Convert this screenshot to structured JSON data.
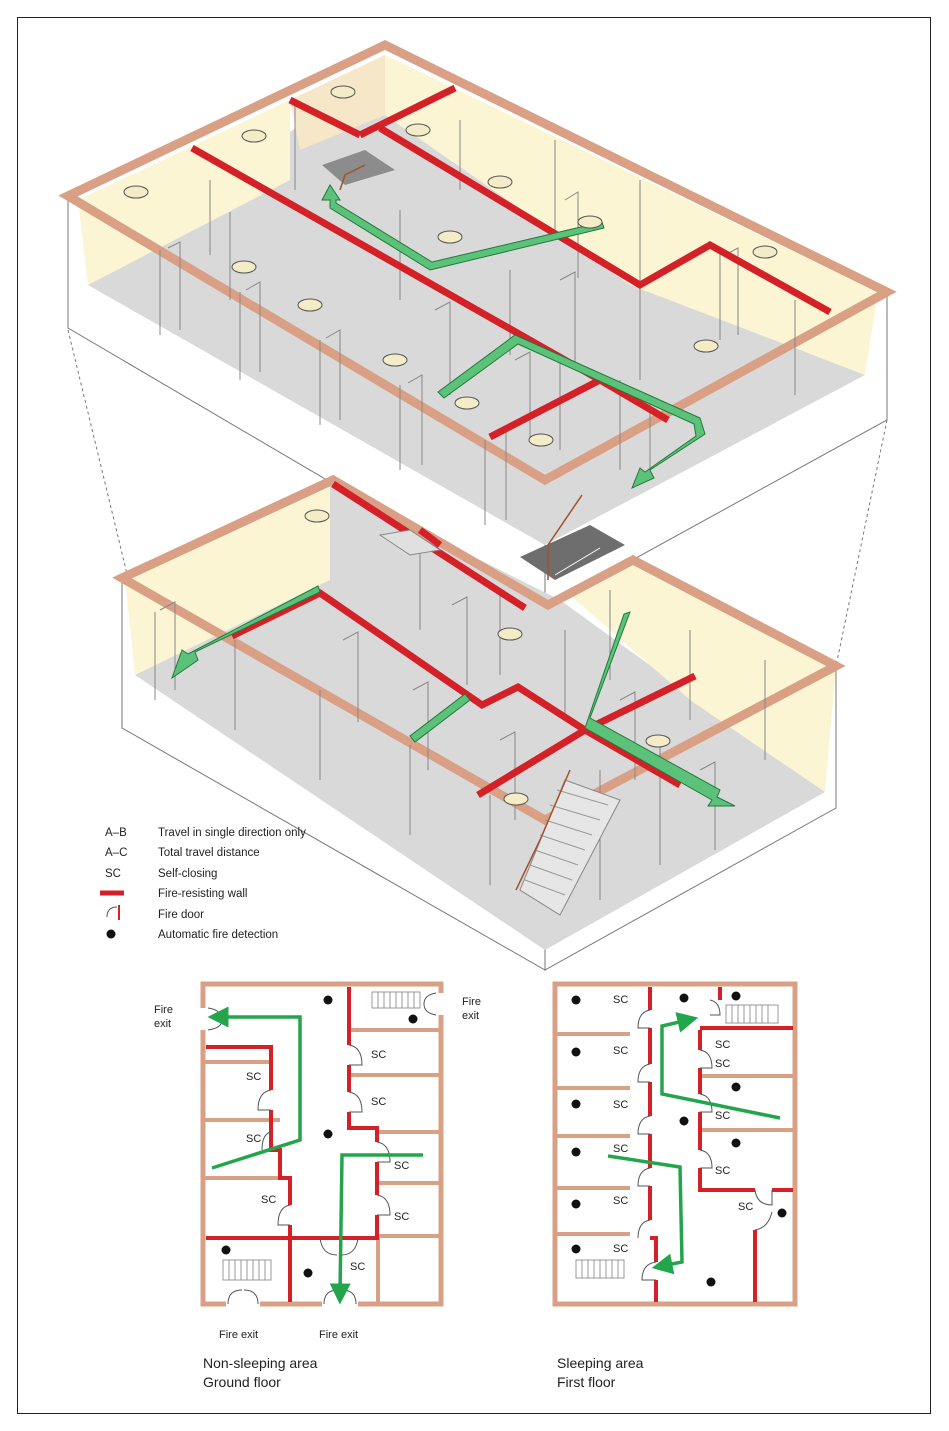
{
  "legend": {
    "items": [
      {
        "key": "A–B",
        "text": "Travel in single direction only"
      },
      {
        "key": "A–C",
        "text": "Total travel distance"
      },
      {
        "key": "SC",
        "text": "Self-closing"
      },
      {
        "key": "",
        "text": "Fire-resisting wall"
      },
      {
        "key": "",
        "text": "Fire door"
      },
      {
        "key": "",
        "text": "Automatic fire detection"
      }
    ]
  },
  "plans": {
    "ground": {
      "caption_line1": "Non-sleeping area",
      "caption_line2": "Ground floor",
      "fire_exit_left_1": "Fire",
      "fire_exit_left_2": "exit",
      "fire_exit_right_1": "Fire",
      "fire_exit_right_2": "exit",
      "fire_exit_bottom_left": "Fire exit",
      "fire_exit_bottom_mid": "Fire exit",
      "sc": "SC"
    },
    "first": {
      "caption_line1": "Sleeping area",
      "caption_line2": "First floor",
      "sc": "SC"
    }
  },
  "colors": {
    "fire_wall": "#d42027",
    "outer_wall": "#d9a085",
    "escape_route": "#22a54b",
    "arrow_fill_3d": "#5cc27a",
    "room_tint": "#fbf5d3",
    "floor_grey": "#d9d9d9",
    "detector": "#111111"
  }
}
